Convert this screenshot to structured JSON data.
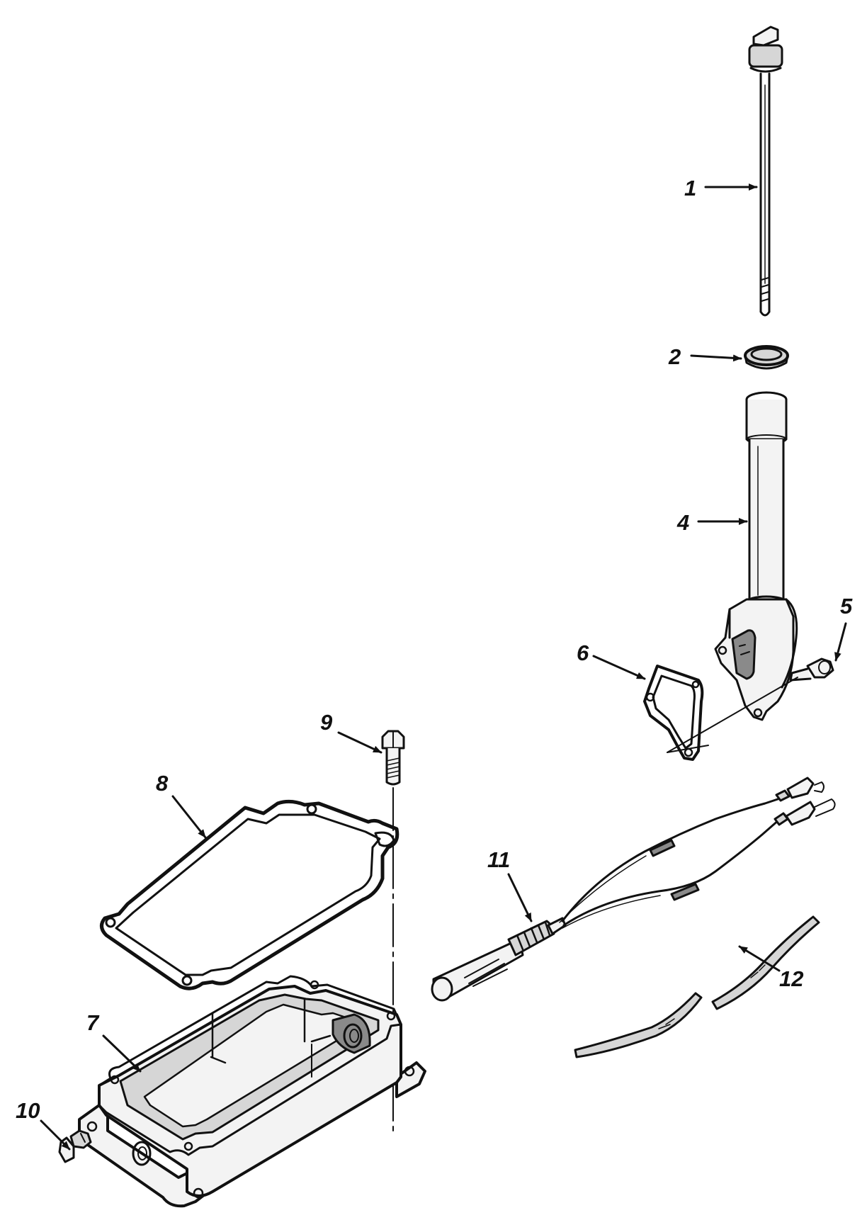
{
  "diagram": {
    "type": "exploded parts diagram",
    "callouts": [
      {
        "id": "1",
        "label": "1",
        "part": "dipstick"
      },
      {
        "id": "2",
        "label": "2",
        "part": "seal ring"
      },
      {
        "id": "4",
        "label": "4",
        "part": "dipstick tube"
      },
      {
        "id": "5",
        "label": "5",
        "part": "screw"
      },
      {
        "id": "6",
        "label": "6",
        "part": "gasket"
      },
      {
        "id": "7",
        "label": "7",
        "part": "oil pan"
      },
      {
        "id": "8",
        "label": "8",
        "part": "pan gasket"
      },
      {
        "id": "9",
        "label": "9",
        "part": "bolt"
      },
      {
        "id": "10",
        "label": "10",
        "part": "drain plug"
      },
      {
        "id": "11",
        "label": "11",
        "part": "sensor harness"
      },
      {
        "id": "12",
        "label": "12",
        "part": "sleeves"
      }
    ]
  }
}
